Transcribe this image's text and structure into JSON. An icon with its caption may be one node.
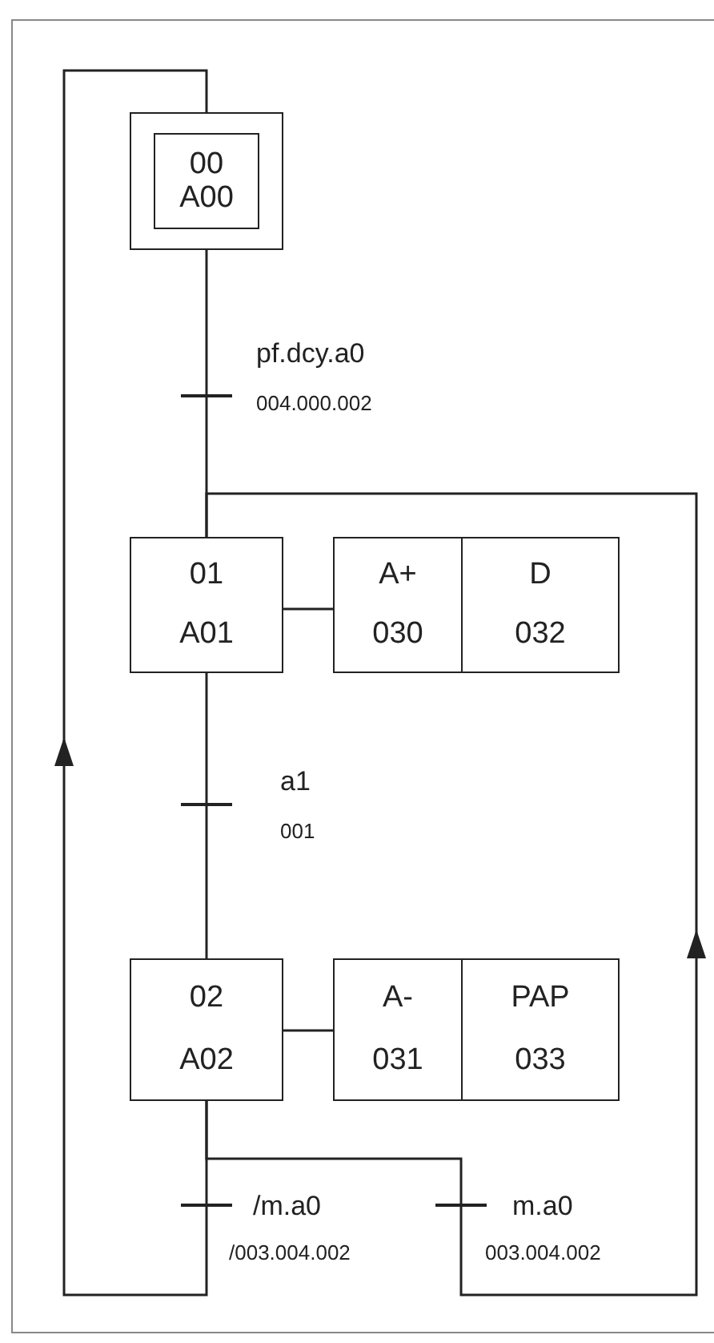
{
  "diagram": {
    "nodes": [
      {
        "text": [
          "00",
          "A00"
        ]
      },
      {
        "text": [],
        "shape": "bar",
        "beside": [
          "pf.dcy.a0",
          "004.000.002"
        ]
      },
      {
        "text": [
          "01",
          "A01"
        ]
      },
      {
        "text": [
          "A+",
          "030"
        ]
      },
      {
        "text": [
          "D",
          "032"
        ]
      },
      {
        "text": [],
        "shape": "bar",
        "beside": [
          "a1",
          "001"
        ]
      },
      {
        "text": [
          "02",
          "A02"
        ]
      },
      {
        "text": [
          "A-",
          "031"
        ]
      },
      {
        "text": [
          "PAP",
          "033"
        ]
      },
      {
        "text": [],
        "shape": "bar",
        "beside": [
          "/m.a0",
          "/003.004.002"
        ]
      },
      {
        "text": [],
        "shape": "bar",
        "beside": [
          "m.a0",
          "003.004.002"
        ]
      }
    ],
    "edges": [
      {
        "from": 0,
        "to": 1,
        "arrow": "none"
      },
      {
        "from": 1,
        "to": 2,
        "arrow": "none"
      },
      {
        "from": 2,
        "to": 3,
        "arrow": "none"
      },
      {
        "from": 2,
        "to": 5,
        "arrow": "none"
      },
      {
        "from": 5,
        "to": 6,
        "arrow": "none"
      },
      {
        "from": 6,
        "to": 7,
        "arrow": "none"
      },
      {
        "from": 6,
        "to": 9,
        "arrow": "none"
      },
      {
        "from": 6,
        "to": 10,
        "arrow": "none"
      },
      {
        "from": 9,
        "to": 0,
        "arrow": "to"
      },
      {
        "from": 10,
        "to": 2,
        "arrow": "to"
      }
    ]
  }
}
